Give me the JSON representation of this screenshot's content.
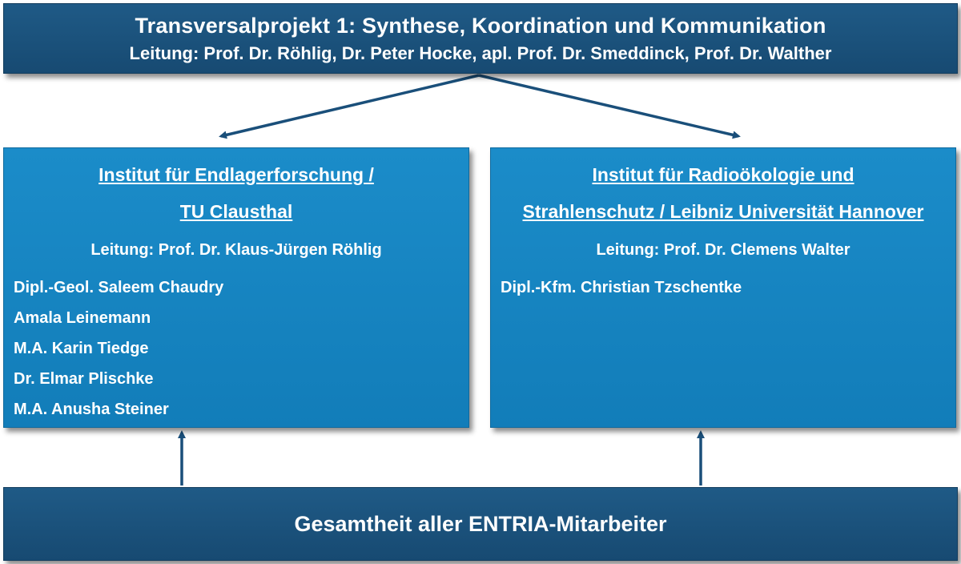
{
  "header": {
    "title": "Transversalprojekt 1:  Synthese, Koordination und Kommunikation",
    "leadership": "Leitung: Prof. Dr. Röhlig, Dr. Peter Hocke, apl. Prof. Dr. Smeddinck, Prof. Dr. Walther"
  },
  "left_institute": {
    "title_line1": "Institut für Endlagerforschung /",
    "title_line2": "TU Clausthal",
    "leadership": "Leitung: Prof. Dr. Klaus-Jürgen Röhlig",
    "staff": [
      "Dipl.-Geol. Saleem Chaudry",
      "Amala Leinemann",
      "M.A. Karin Tiedge",
      "Dr. Elmar Plischke",
      "M.A. Anusha Steiner"
    ]
  },
  "right_institute": {
    "title_line1": "Institut für Radioökologie und",
    "title_line2": "Strahlenschutz / Leibniz Universität Hannover",
    "leadership": "Leitung: Prof. Dr. Clemens Walter",
    "staff": [
      "Dipl.-Kfm. Christian Tzschentke"
    ]
  },
  "footer": {
    "title": "Gesamtheit aller ENTRIA-Mitarbeiter"
  },
  "colors": {
    "dark_box": "#1a4f7a",
    "institute_box": "#1787c4",
    "arrow": "#1a4f7a"
  }
}
